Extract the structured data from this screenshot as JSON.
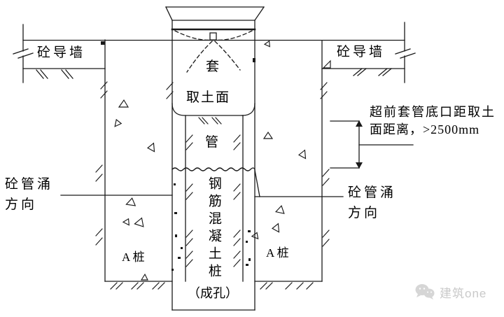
{
  "diagram": {
    "labels": {
      "guide_wall_left": "砼导墙",
      "guide_wall_right": "砼导墙",
      "casing_top": "套",
      "soil_take_surface": "取土面",
      "pipe": "管",
      "pile_vertical": "钢筋混凝土桩",
      "pile_note": "（成孔）",
      "pile_a_left": "A 桩",
      "pile_a_right": "A 桩",
      "surge_left_line1": "砼管涌",
      "surge_left_line2": "方向",
      "surge_right_line1": "砼管涌",
      "surge_right_line2": "方向",
      "annotation_line1": "超前套管底口距取土",
      "annotation_line2": "面距离，>2500mm"
    },
    "dimension": {
      "value": ">2500mm"
    },
    "colors": {
      "line": "#1a1a1a",
      "text": "#000000",
      "watermark": "#c9c9c9",
      "background": "#ffffff"
    }
  },
  "watermark": {
    "text": "建筑one"
  }
}
